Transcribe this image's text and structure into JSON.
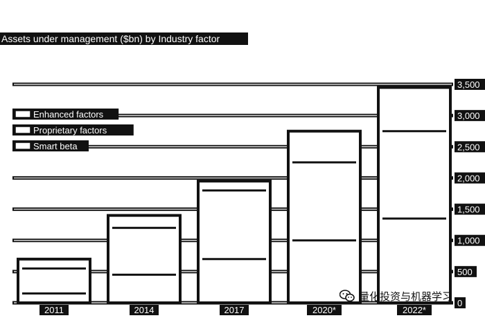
{
  "chart_data": {
    "type": "bar",
    "title": "Assets under management ($bn) by Industry factor",
    "categories": [
      "2011",
      "2014",
      "2017",
      "2020*",
      "2022*"
    ],
    "series": [
      {
        "name": "Smart beta",
        "values": [
          150,
          450,
          700,
          1000,
          1350
        ]
      },
      {
        "name": "Proprietary factors",
        "values": [
          400,
          750,
          1100,
          1250,
          1400
        ]
      },
      {
        "name": "Enhanced factors",
        "values": [
          150,
          200,
          150,
          500,
          700
        ]
      }
    ],
    "yticks": [
      0,
      500,
      1000,
      1500,
      2000,
      2500,
      3000,
      3500
    ],
    "ytick_labels": [
      "0",
      "500",
      "1,000",
      "1,500",
      "2,000",
      "2,500",
      "3,000",
      "3,500"
    ],
    "ylim": [
      0,
      3500
    ],
    "grid": true,
    "legend_position": "top-left",
    "colors": {
      "background": "#ffffff",
      "ink": "#111111",
      "label_pill": "#111111",
      "label_text": "#ffffff"
    }
  },
  "watermark": {
    "text": "量化投资与机器学习",
    "icon": "wechat-icon"
  }
}
